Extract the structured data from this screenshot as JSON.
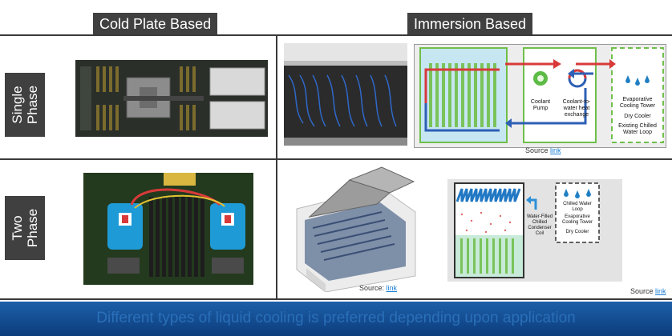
{
  "headers": {
    "cold_plate": "Cold Plate Based",
    "immersion": "Immersion Based"
  },
  "rows": {
    "single": [
      "Single",
      "Phase"
    ],
    "two": [
      "Two",
      "Phase"
    ]
  },
  "single_phase_diagram": {
    "coolant_pump": "Coolant\nPump",
    "heat_exchange": "Coolant-to-\nwater heat\nexchange",
    "evaporative": "Evaporative\nCooling Tower",
    "dry_cooler": "Dry Cooler",
    "chilled_loop": "Existing Chilled\nWater Loop"
  },
  "two_phase_diagram": {
    "condenser": "Water-Filled\nChilled\nCondenser\nCoil",
    "chilled_loop": "Chilled Water\nLoop",
    "evaporative": "Evaporative\nCooling Tower",
    "dry_cooler": "Dry Cooler"
  },
  "sources": {
    "prefix": "Source",
    "link": "link",
    "colon_prefix": "Source:"
  },
  "banner": "Different types of liquid cooling is preferred depending upon application",
  "colors": {
    "dark_label": "#404040",
    "banner": "#1d5fa8",
    "green": "#6fbf4a",
    "red": "#d83a3a",
    "blue": "#2d5fb5",
    "water": "#bfe3f1"
  },
  "icons": [
    "server-board-image",
    "rack-image",
    "immersion-tank-image",
    "two-phase-board-image",
    "pump-icon",
    "droplet-icon"
  ]
}
